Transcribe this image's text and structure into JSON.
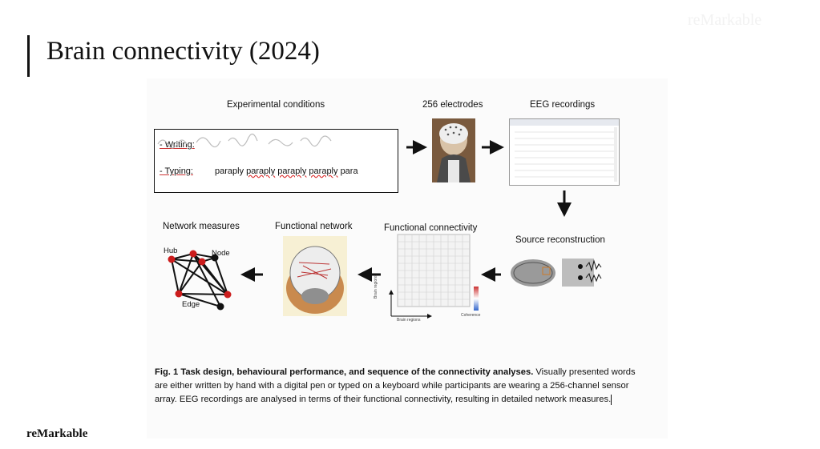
{
  "slide": {
    "title": "Brain connectivity (2024)",
    "brand": "reMarkable",
    "watermark": "reMarkable"
  },
  "figure": {
    "labels": {
      "experimental_conditions": "Experimental conditions",
      "electrodes": "256 electrodes",
      "eeg_recordings": "EEG recordings",
      "network_measures": "Network measures",
      "functional_network": "Functional network",
      "functional_connectivity": "Functional connectivity",
      "source_reconstruction": "Source reconstruction"
    },
    "conditions": {
      "writing_label": "- Writing:",
      "typing_label": "- Typing:",
      "typing_sample": [
        "paraply",
        "paraply",
        "paraply",
        "paraply",
        "para"
      ]
    },
    "network": {
      "hub": "Hub",
      "node": "Node",
      "edge": "Edge"
    },
    "matrix_axis": {
      "x": "Brain regions",
      "y": "Brain regions",
      "colorbar": "Coherence"
    },
    "caption": {
      "bold": "Fig. 1 Task design, behavioural performance, and sequence of the connectivity analyses.",
      "text": "Visually presented words are either written by hand with a digital pen or typed on a keyboard while participants are wearing a 256-channel sensor array. EEG recordings are analysed in terms of their functional connectivity, resulting in detailed network measures."
    }
  }
}
